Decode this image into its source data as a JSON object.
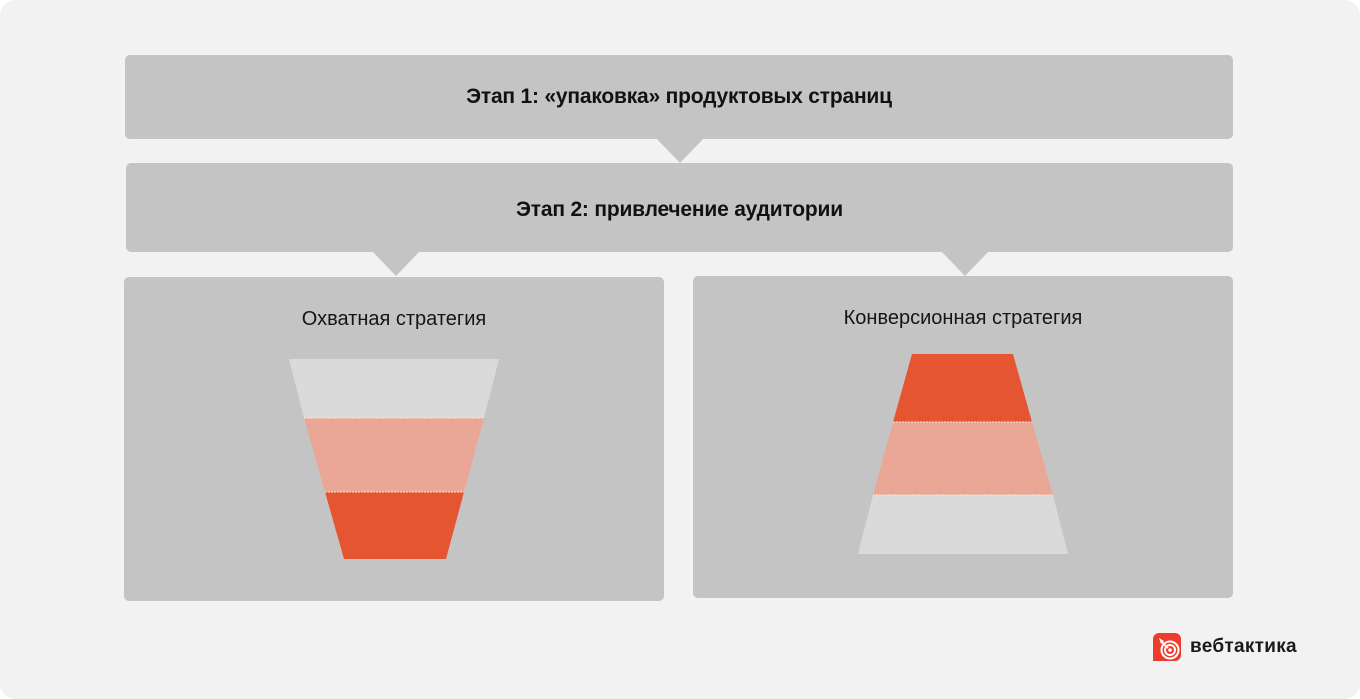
{
  "stage1": {
    "title": "Этап 1: «упаковка» продуктовых страниц"
  },
  "stage2": {
    "title": "Этап 2: привлечение аудитории"
  },
  "panels": [
    {
      "title": "Охватная стратегия",
      "shape": "funnel-narrowing-down",
      "layers": [
        {
          "order": 1,
          "color": "#dadada"
        },
        {
          "order": 2,
          "color": "#eaa796"
        },
        {
          "order": 3,
          "color": "#e55532"
        }
      ]
    },
    {
      "title": "Конверсионная стратегия",
      "shape": "pyramid-widening-down",
      "layers": [
        {
          "order": 1,
          "color": "#e55532"
        },
        {
          "order": 2,
          "color": "#eaa796"
        },
        {
          "order": 3,
          "color": "#dadada"
        }
      ]
    }
  ],
  "colors": {
    "background": "#f2f2f2",
    "box": "#c4c4c4",
    "accent": "#e55532",
    "accent_light": "#eaa796",
    "neutral_light": "#dadada"
  },
  "brand": {
    "name": "вебтактика",
    "icon": "target-arrow-icon",
    "color": "#ef3b2d"
  }
}
